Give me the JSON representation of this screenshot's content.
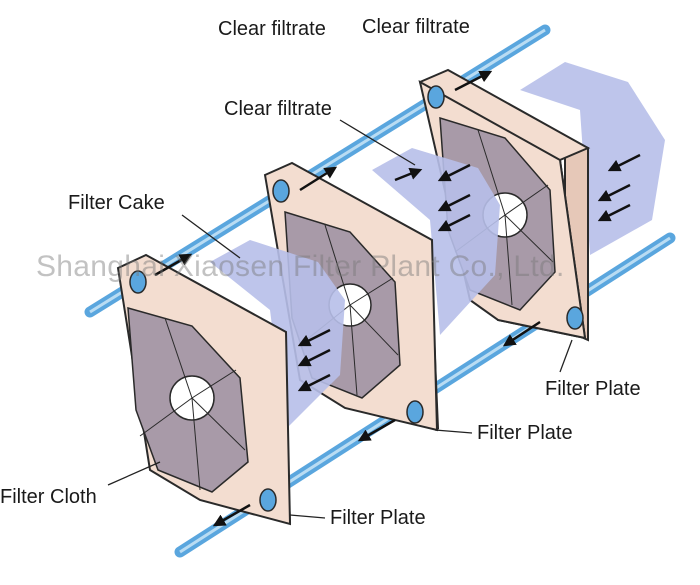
{
  "labels": {
    "clear_filtrate_top_left": "Clear filtrate",
    "clear_filtrate_top_right": "Clear filtrate",
    "clear_filtrate_middle": "Clear filtrate",
    "filter_cake": "Filter Cake",
    "filter_plate_right": "Filter Plate",
    "filter_plate_middle": "Filter Plate",
    "filter_plate_bottom": "Filter Plate",
    "filter_cloth": "Filter Cloth"
  },
  "watermark": "Shanghai Xiaosen Filter Plant Co., Ltd.",
  "colors": {
    "pipe": "#5aa6de",
    "plate_frame": "#f3ddd0",
    "plate_outline": "#2a2a2a",
    "plate_inner": "#a89aa8",
    "cloth": "#b7bfe9",
    "arrow": "#111111"
  }
}
